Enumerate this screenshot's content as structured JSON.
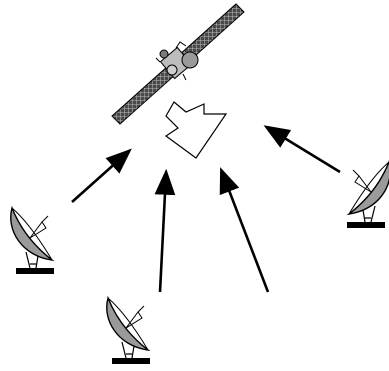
{
  "diagram": {
    "satellite": {
      "icon": "satellite-icon"
    },
    "downlink": {
      "icon": "broadcast-arrow-icon",
      "fill": "#ffffff"
    },
    "dishes": [
      {
        "id": "left",
        "icon": "satellite-dish-icon"
      },
      {
        "id": "bottom-left",
        "icon": "satellite-dish-icon"
      },
      {
        "id": "bottom-right",
        "icon": "satellite-dish-icon"
      },
      {
        "id": "right",
        "icon": "satellite-dish-icon"
      }
    ],
    "uplinks": [
      {
        "from": "left",
        "to": "satellite"
      },
      {
        "from": "bottom-left",
        "to": "satellite"
      },
      {
        "from": "bottom-right",
        "to": "satellite"
      },
      {
        "from": "right",
        "to": "satellite"
      }
    ],
    "colors": {
      "dish_gray": "#9a9a9a",
      "panel": "#3a3a3a",
      "line": "#000000"
    }
  }
}
